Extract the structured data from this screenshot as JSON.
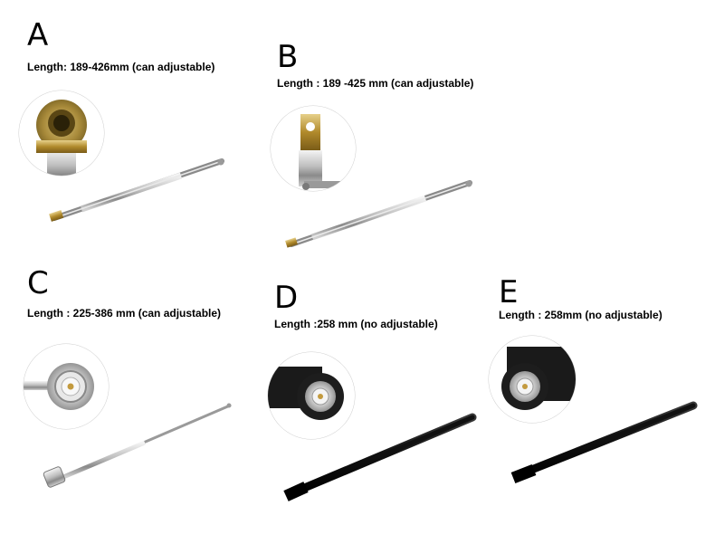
{
  "items": [
    {
      "letter": "A",
      "caption": "Length: 189-426mm (can adjustable)"
    },
    {
      "letter": "B",
      "caption": "Length : 189 -425 mm (can adjustable)"
    },
    {
      "letter": "C",
      "caption": "Length : 225-386 mm (can adjustable)"
    },
    {
      "letter": "D",
      "caption": "Length :258 mm (no adjustable)"
    },
    {
      "letter": "E",
      "caption": "Length : 258mm (no adjustable)"
    }
  ]
}
